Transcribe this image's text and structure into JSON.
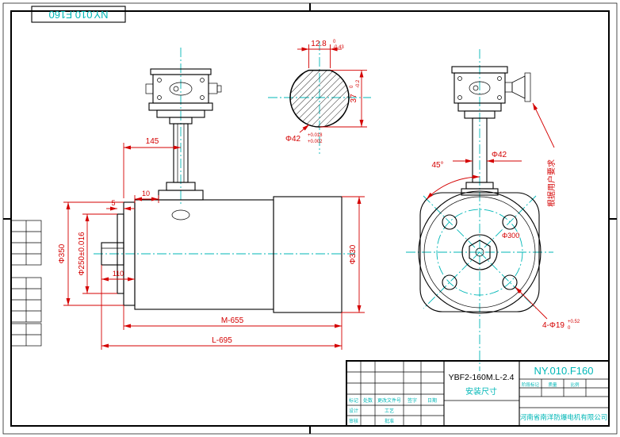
{
  "colors": {
    "background": "#ffffff",
    "line": "#000000",
    "dimension": "#d40000",
    "centerline": "#00b7b7",
    "accent_text": "#00b7b7"
  },
  "frame": {
    "code_rotated": "NY.010.F160"
  },
  "dims": {
    "len145": "145",
    "step10": "10",
    "step5": "5",
    "flange_od": "Φ350",
    "spigot_fit": "Φ250±0.016",
    "shaft_len": "110",
    "body_od": "Φ330",
    "m_len": "M-655",
    "l_len": "L-695",
    "key_w": "12.8",
    "key_w_tol_u": "0",
    "key_w_tol_l": "-0.43",
    "key_h": "37",
    "key_h_tol_u": "0",
    "key_h_tol_l": "-0.2",
    "shaft_d": "Φ42",
    "shaft_d_tol_u": "+0.018",
    "shaft_d_tol_l": "+0.002",
    "neck_d": "Φ42",
    "angle45": "45°",
    "bolt_circle": "Φ300",
    "holes": "4-Φ19",
    "holes_tol_u": "+0.52",
    "holes_tol_l": "0",
    "note_user": "根据用户要求"
  },
  "title_block": {
    "model": "YBF2-160M.L-2.4",
    "subtitle": "安装尺寸",
    "code": "NY.010.F160",
    "company": "河南省南洋防爆电机有限公司",
    "labels": {
      "l1": "标记",
      "l2": "处数",
      "l3": "更改文件号",
      "l4": "签字",
      "l5": "日期",
      "l6": "设计",
      "l7": "工艺",
      "l8": "审核",
      "l9": "批准",
      "stage": "阶段标记",
      "weight": "质量",
      "scale": "比例"
    }
  }
}
